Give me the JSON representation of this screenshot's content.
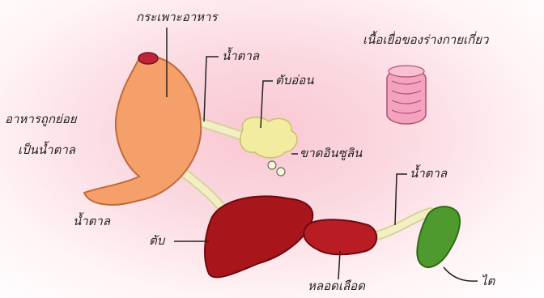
{
  "labels": {
    "stomach": "กระเพาะอาหาร",
    "muscle_tissue": "เนื้อเยื่อของร่างกายเกี่ยว",
    "sugar_top": "น้ำตาล",
    "pancreas": "ตับอ่อน",
    "food_digested_line1": "อาหารถูกย่อย",
    "food_digested_line2": "เป็นน้ำตาล",
    "insulin_deficit": "ขาดอินซูลิน",
    "sugar_right": "น้ำตาล",
    "sugar_left": "น้ำตาล",
    "liver": "ตับ",
    "blood_vessel": "หลอดเลือด",
    "kidney": "ไต"
  },
  "colors": {
    "stomach": "#f5a06a",
    "tube": "#f3efc4",
    "pancreas": "#f2eca0",
    "liver": "#a8161c",
    "vessel": "#b81d24",
    "kidney": "#4f9a2e",
    "muscle": "#f3a3bf"
  }
}
